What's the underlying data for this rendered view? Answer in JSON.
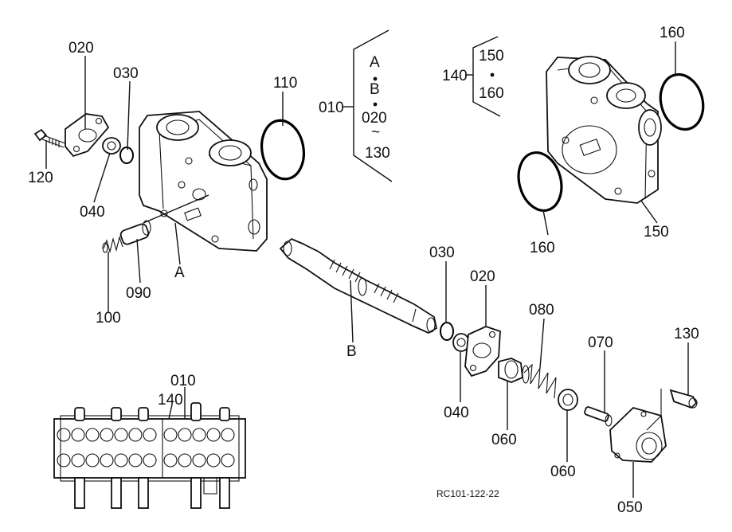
{
  "parts": {
    "p020_top": "020",
    "p030_top": "030",
    "p110": "110",
    "p120": "120",
    "p040_top": "040",
    "p100": "100",
    "p090": "090",
    "pA": "A",
    "pB": "B",
    "p030_mid": "030",
    "p020_mid": "020",
    "p040_mid": "040",
    "p080": "080",
    "p070": "070",
    "p130": "130",
    "p060_a": "060",
    "p060_b": "060",
    "p050": "050",
    "p160_top": "160",
    "p160_bot": "160",
    "p150": "150"
  },
  "legend_010": {
    "label": "010",
    "items": [
      "A",
      "B",
      "020",
      "130"
    ],
    "range_mark": "~"
  },
  "legend_140": {
    "label": "140",
    "items": [
      "150",
      "160"
    ]
  },
  "assembly": {
    "label_010": "010",
    "label_140": "140"
  },
  "drawing_code": "RC101-122-22"
}
